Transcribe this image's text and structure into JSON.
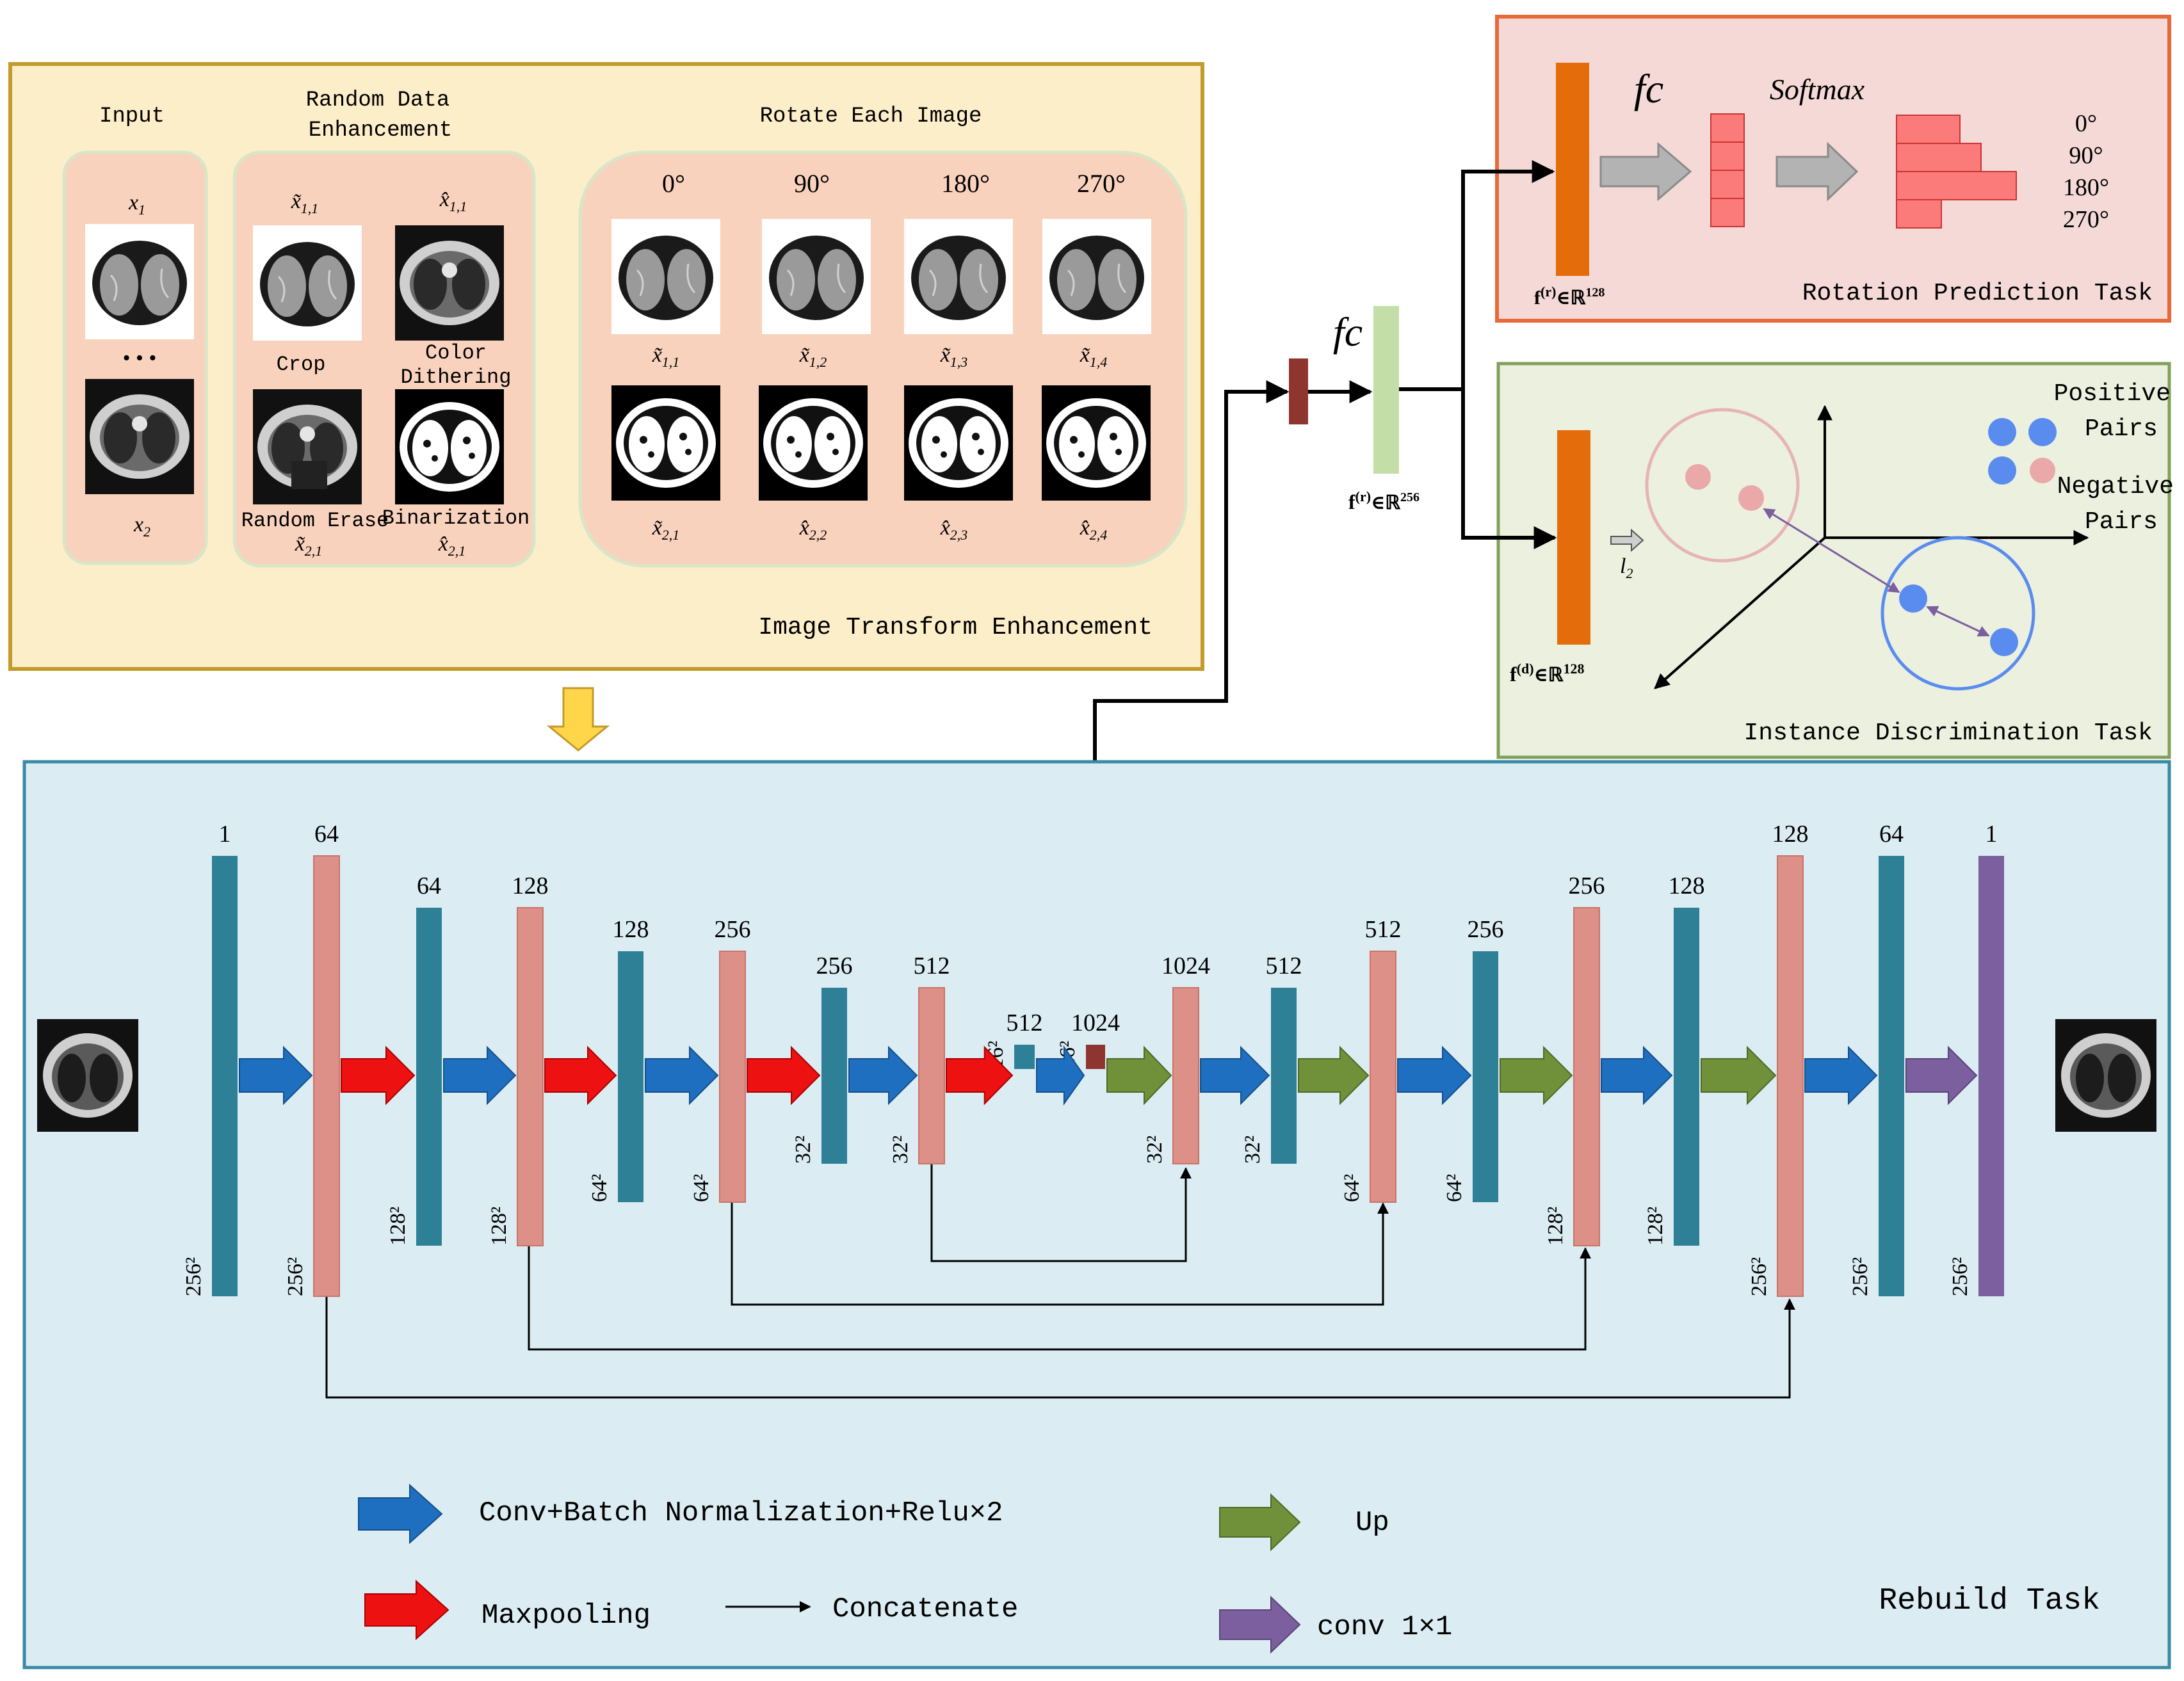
{
  "transform_panel": {
    "title": "Image Transform Enhancement",
    "input_label": "Input",
    "input_x1": "x",
    "input_x1_sub": "1",
    "input_dots": "• • •",
    "input_x2": "x",
    "input_x2_sub": "2",
    "random_line1": "Random Data",
    "random_line2": "Enhancement",
    "aug_top_left": "x̃",
    "aug_top_left_sub": "1,1",
    "aug_top_right": "x̂",
    "aug_top_right_sub": "1,1",
    "crop_label": "Crop",
    "color_line1": "Color",
    "color_line2": "Dithering",
    "erase_label": "Random Erase",
    "binarize_label": "Binarization",
    "aug_bottom_left": "x̃",
    "aug_bottom_left_sub": "2,1",
    "aug_bottom_right": "x̂",
    "aug_bottom_right_sub": "2,1",
    "rotate_title": "Rotate Each Image",
    "angles": [
      "0°",
      "90°",
      "180°",
      "270°"
    ],
    "row1_labels": [
      {
        "base": "x̃",
        "sub": "1,1"
      },
      {
        "base": "x̃",
        "sub": "1,2"
      },
      {
        "base": "x̃",
        "sub": "1,3"
      },
      {
        "base": "x̃",
        "sub": "1,4"
      }
    ],
    "row2_labels": [
      {
        "base": "x̃",
        "sub": "2,1"
      },
      {
        "base": "x̂",
        "sub": "2,2"
      },
      {
        "base": "x̂",
        "sub": "2,3"
      },
      {
        "base": "x̂",
        "sub": "2,4"
      }
    ]
  },
  "rotation_panel": {
    "title": "Rotation Prediction Task",
    "fc": "fc",
    "softmax": "Softmax",
    "feature": "f",
    "feature_sup": "(r)",
    "feature_space": "∈ℝ",
    "feature_dim": "128",
    "angles": [
      "0°",
      "90°",
      "180°",
      "270°"
    ],
    "bar_values": [
      0.45,
      0.6,
      0.85,
      0.32
    ]
  },
  "middle": {
    "fc": "fc",
    "feature": "f",
    "feature_sup": "(r)",
    "feature_space": "∈ℝ",
    "feature_dim": "256"
  },
  "instance_panel": {
    "title": "Instance Discrimination Task",
    "positive_line1": "Positive",
    "positive_line2": "Pairs",
    "negative_line1": "Negative",
    "negative_line2": "Pairs",
    "l2": "l",
    "l2_sub": "2",
    "feature": "f",
    "feature_sup": "(d)",
    "feature_space": "∈ℝ",
    "feature_dim": "128"
  },
  "rebuild_panel": {
    "title": "Rebuild Task",
    "blocks": [
      {
        "channels": "1",
        "size": "256²"
      },
      {
        "channels": "64",
        "size": "256²"
      },
      {
        "channels": "64",
        "size": "128²"
      },
      {
        "channels": "128",
        "size": "128²"
      },
      {
        "channels": "128",
        "size": "64²"
      },
      {
        "channels": "256",
        "size": "64²"
      },
      {
        "channels": "256",
        "size": "32²"
      },
      {
        "channels": "512",
        "size": "32²"
      },
      {
        "channels": "512",
        "size": "16²"
      },
      {
        "channels": "1024",
        "size": "16²"
      },
      {
        "channels": "1024",
        "size": "32²"
      },
      {
        "channels": "512",
        "size": "32²"
      },
      {
        "channels": "512",
        "size": "64²"
      },
      {
        "channels": "256",
        "size": "64²"
      },
      {
        "channels": "256",
        "size": "128²"
      },
      {
        "channels": "128",
        "size": "128²"
      },
      {
        "channels": "128",
        "size": "256²"
      },
      {
        "channels": "64",
        "size": "256²"
      },
      {
        "channels": "1",
        "size": "256²"
      }
    ]
  },
  "legend": {
    "conv": "Conv+Batch Normalization+Relu×2",
    "maxpool": "Maxpooling",
    "concat": "Concatenate",
    "up": "Up",
    "conv1x1": "conv 1×1"
  },
  "colors": {
    "teal": "#2e8097",
    "pink": "#dc9088",
    "purple": "#7c5f9f",
    "brick": "#8e3530",
    "orange": "#e46c0a",
    "light_green": "#c3dea6",
    "blue_arrow": "#1f6fc0",
    "red_arrow": "#ee1111",
    "green_arrow": "#70913a",
    "purple_arrow": "#7c5f9f",
    "yellow_bg": "#fdeeca",
    "yellow_border": "#c49a2a",
    "peach": "#f9d2bd",
    "pink_bg": "#f4d9d7",
    "red_border": "#e66a3a",
    "green_bg": "#ebf0df",
    "green_border": "#81a05a",
    "blue_bg": "#dbecf3",
    "blue_border": "#3a8aa5",
    "softmax_red": "#fb7b7b",
    "dot_blue": "#5a8cf0",
    "dot_pink": "#eaa8a8"
  }
}
